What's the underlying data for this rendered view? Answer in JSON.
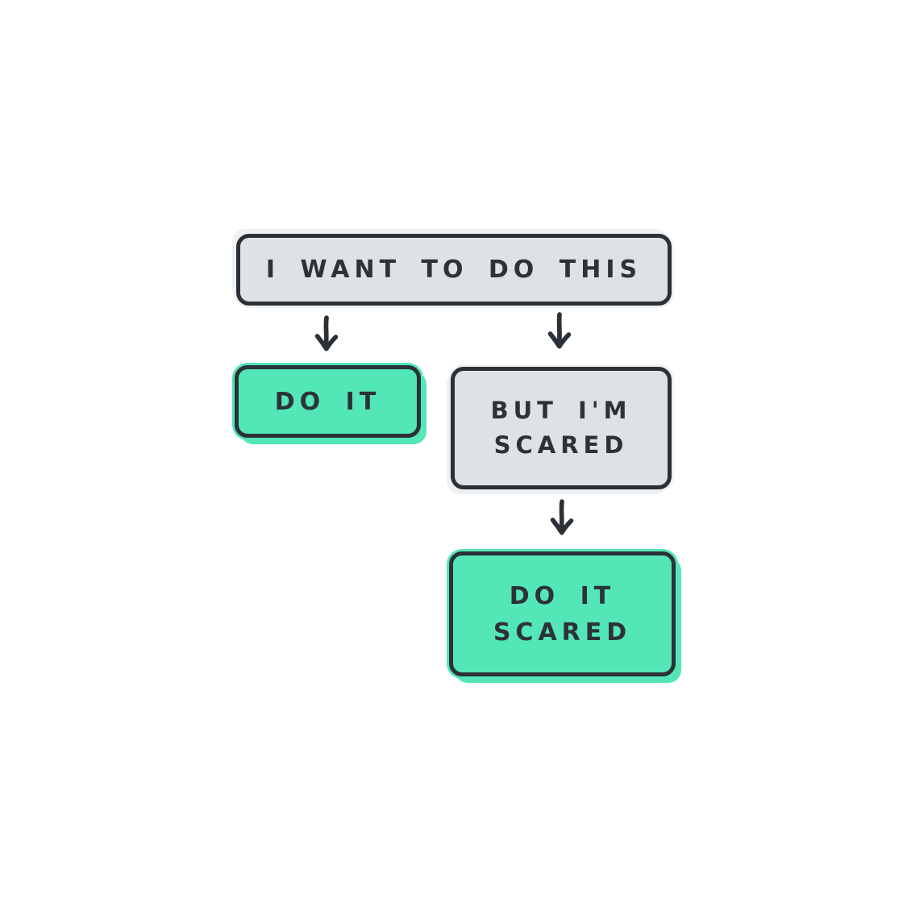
{
  "diagram": {
    "title": "Do it scared flowchart",
    "background": "#ffffff",
    "colors": {
      "gray_fill": "#dde3e4",
      "gray_halo": "#eef1f2",
      "green_fill": "#53e6b7",
      "outline": "#2b3137",
      "text": "#2c3338"
    },
    "nodes": [
      {
        "id": "want",
        "label": "I WANT TO DO THIS",
        "variant": "gray"
      },
      {
        "id": "do-it",
        "label": "DO IT",
        "variant": "green"
      },
      {
        "id": "but-scared",
        "label": "BUT I'M\nSCARED",
        "variant": "gray"
      },
      {
        "id": "do-it-scared",
        "label": "DO IT\nSCARED",
        "variant": "green"
      }
    ],
    "edges": [
      {
        "from": "want",
        "to": "do-it"
      },
      {
        "from": "want",
        "to": "but-scared"
      },
      {
        "from": "but-scared",
        "to": "do-it-scared"
      }
    ]
  }
}
